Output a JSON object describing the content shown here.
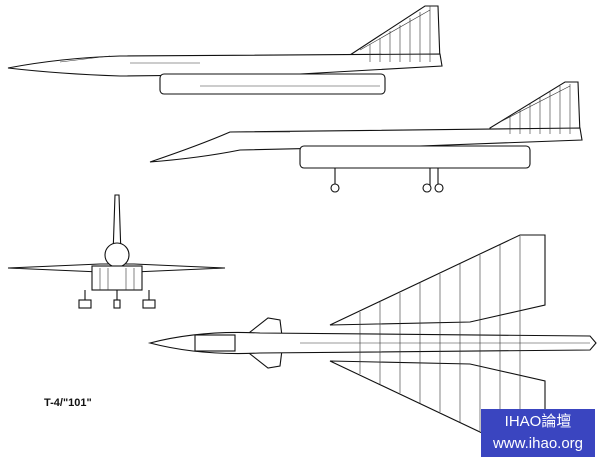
{
  "caption": "T-4/\"101\"",
  "watermark": {
    "line1": "IHAO論壇",
    "line2": "www.ihao.org",
    "background": "#3a45c0"
  }
}
